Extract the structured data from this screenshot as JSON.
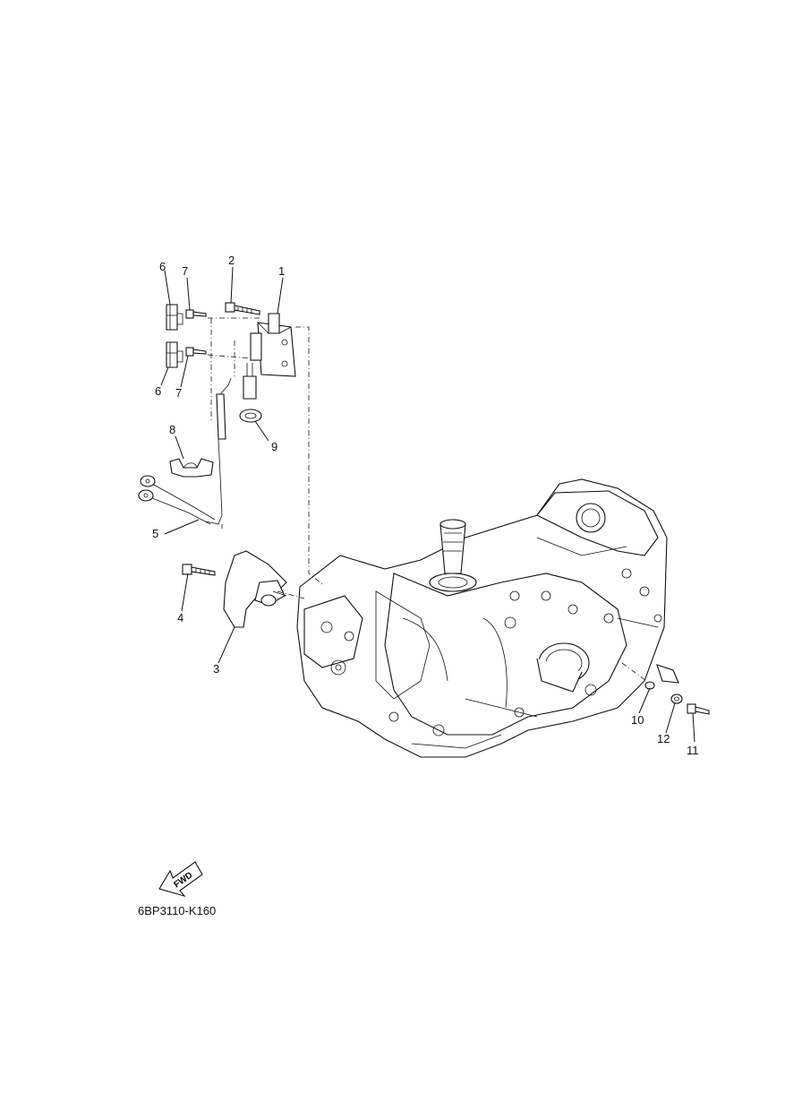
{
  "diagram": {
    "drawing_code": "6BP3110-K160",
    "fwd_label": "FWD",
    "callouts": [
      "1",
      "2",
      "3",
      "4",
      "5",
      "6",
      "6",
      "7",
      "7",
      "8",
      "9",
      "10",
      "11",
      "12"
    ]
  }
}
